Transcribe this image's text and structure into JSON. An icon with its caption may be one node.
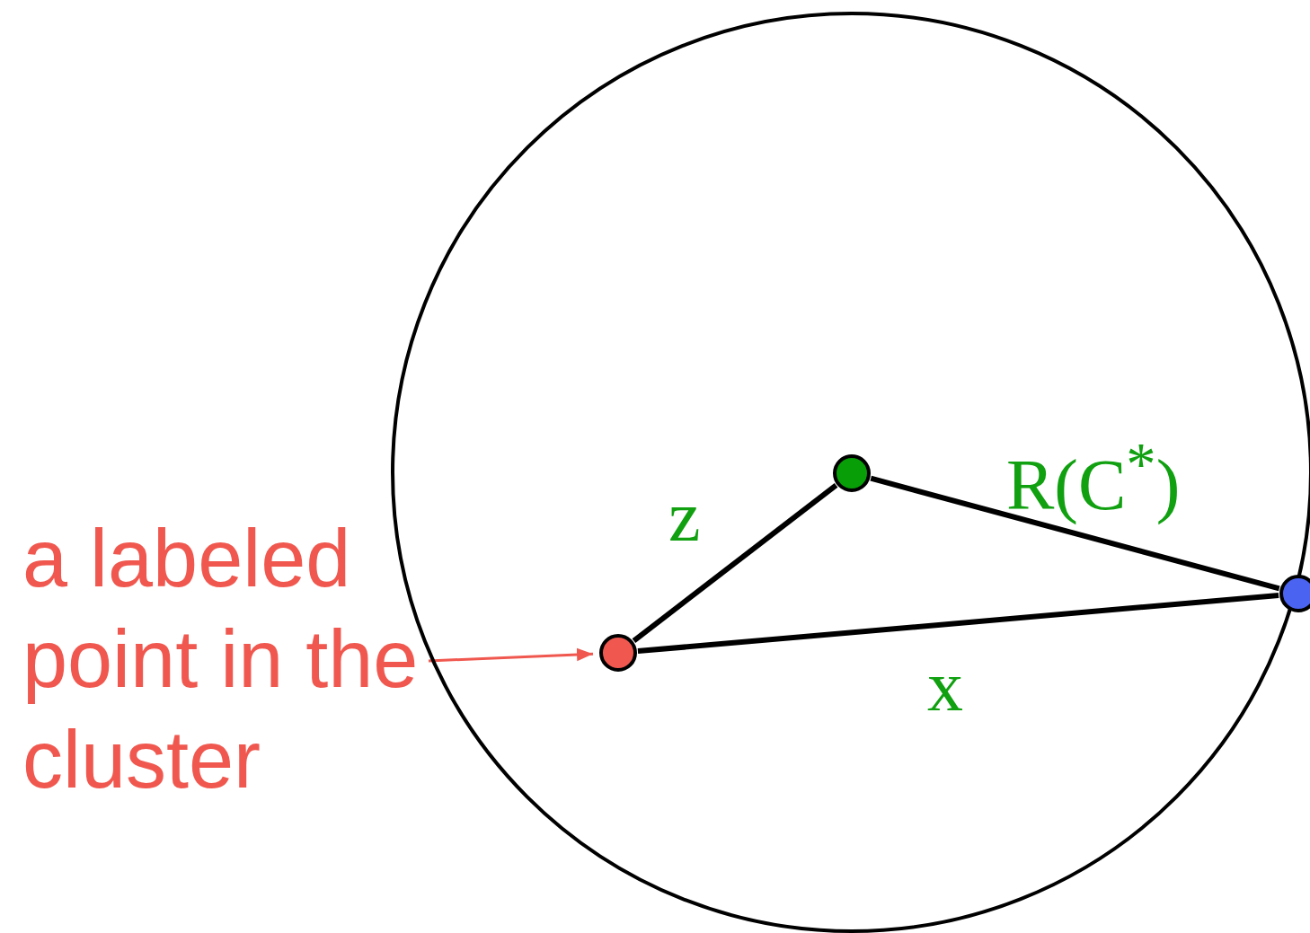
{
  "diagram": {
    "nodes": [
      {
        "text": [],
        "shape": "circle"
      },
      {
        "text": [],
        "shape": "circle",
        "in": 0
      },
      {
        "text": [],
        "shape": "circle"
      },
      {
        "text": [
          "a labeled point in the cluster"
        ]
      },
      {
        "text": [],
        "shape": "circle",
        "in": 0
      }
    ],
    "edges": [
      {
        "from": 4,
        "to": 1,
        "arrow": "none",
        "label": "z"
      },
      {
        "from": 1,
        "to": 2,
        "arrow": "none",
        "label": "R(C$^{*}$)"
      },
      {
        "from": 4,
        "to": 2,
        "arrow": "none",
        "label": "x"
      },
      {
        "from": 3,
        "to": 4,
        "arrow": "to",
        "color": "#f0584f"
      }
    ]
  }
}
